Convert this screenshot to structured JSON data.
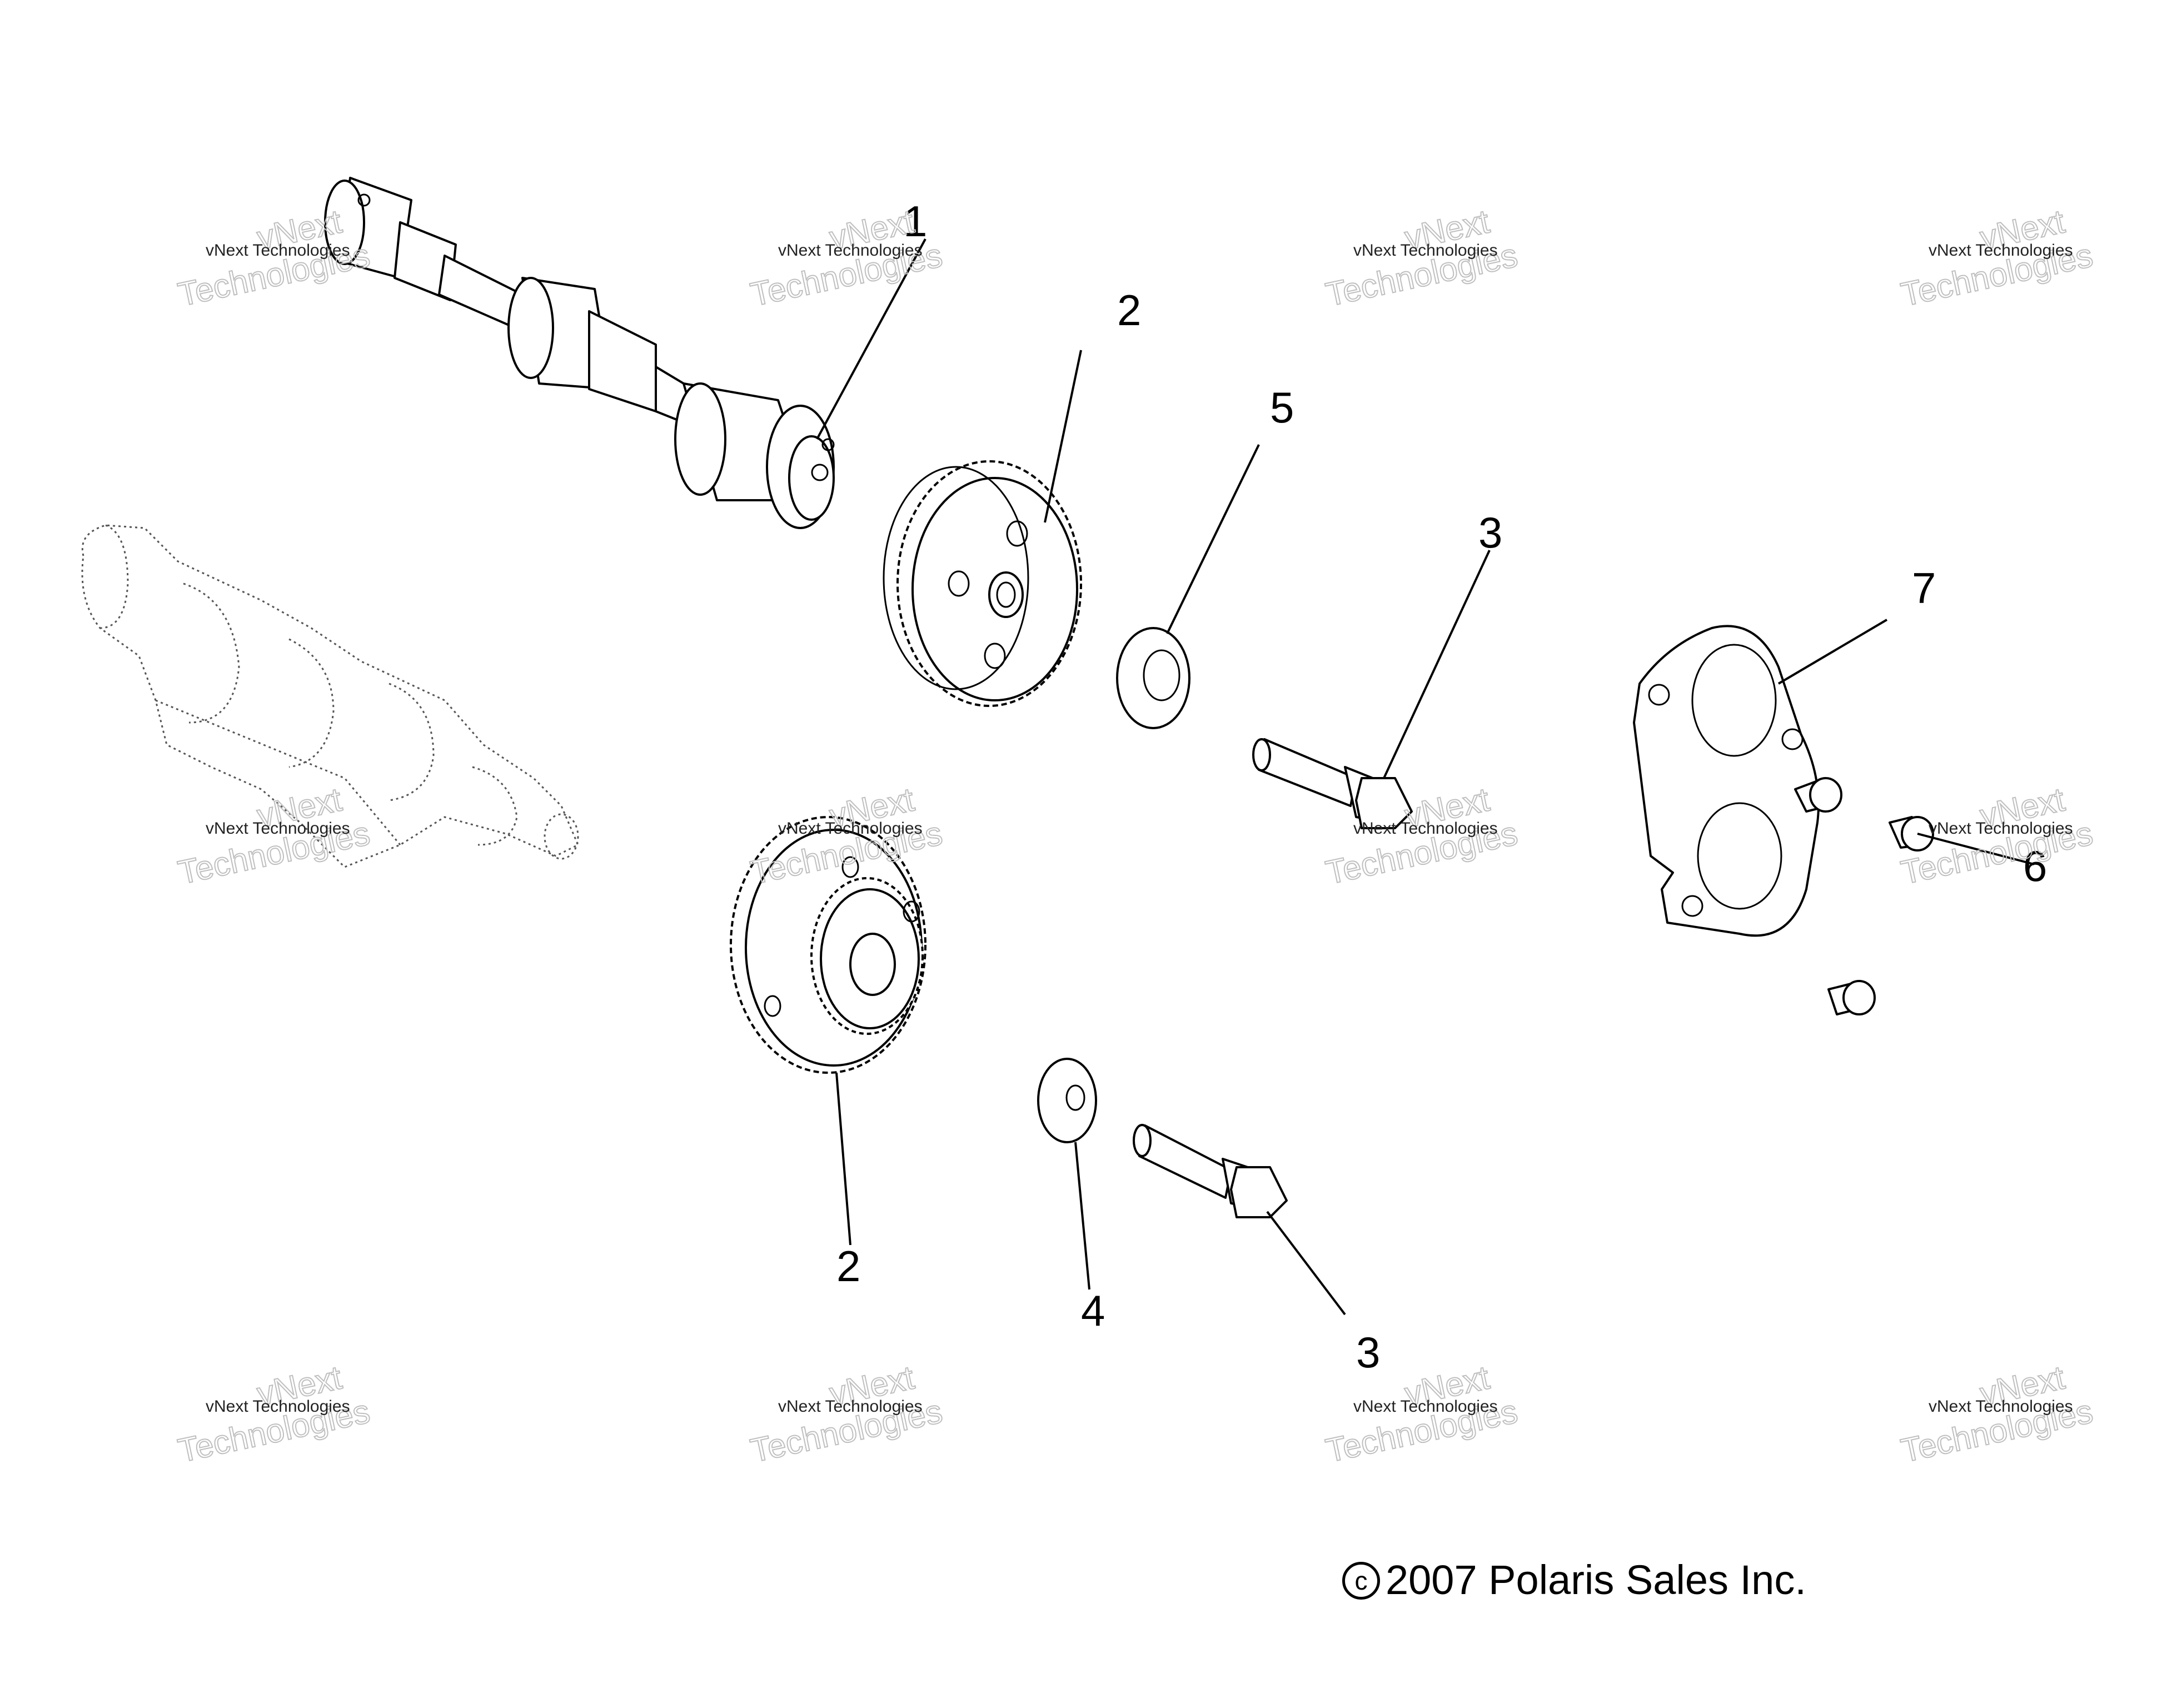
{
  "callouts": {
    "c1": "1",
    "c2a": "2",
    "c2b": "2",
    "c3a": "3",
    "c3b": "3",
    "c4": "4",
    "c5": "5",
    "c6": "6",
    "c7": "7"
  },
  "watermark": {
    "line1": "vNext Technologies",
    "line2a": "vNext",
    "line2b": "Technologies"
  },
  "copyright": {
    "symbol": "c",
    "text": "2007 Polaris Sales Inc."
  }
}
